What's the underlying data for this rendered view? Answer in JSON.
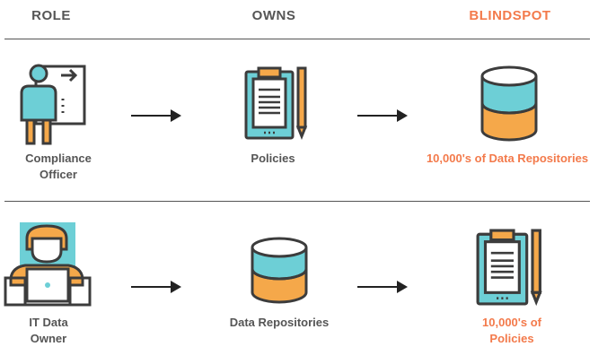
{
  "header": {
    "role": "ROLE",
    "owns": "OWNS",
    "blindspot": "BLINDSPOT"
  },
  "rows": [
    {
      "role_label": [
        "Compliance",
        "Officer"
      ],
      "owns_label": "Policies",
      "blindspot_label": "10,000's of Data Repositories"
    },
    {
      "role_label": [
        "IT Data",
        "Owner"
      ],
      "owns_label": "Data Repositories",
      "blindspot_label": [
        "10,000's of",
        "Policies"
      ]
    }
  ],
  "icons": {
    "row1": [
      "compliance-officer-icon",
      "clipboard-policy-icon",
      "database-icon"
    ],
    "row2": [
      "it-data-owner-icon",
      "database-icon",
      "clipboard-policy-icon"
    ]
  },
  "colors": {
    "text": "#555555",
    "accent_orange": "#f37a4b",
    "icon_teal": "#6dcfd6",
    "icon_orange": "#f5a84a",
    "icon_stroke": "#3c3c3c"
  }
}
